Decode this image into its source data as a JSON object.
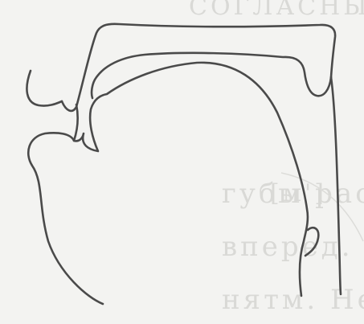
{
  "figure": {
    "stroke_color": "#4a4a4a",
    "paper_color": "#f3f3f1",
    "bleed_through_color": "#d9d9d6"
  },
  "bleed_through": {
    "top_line": "СОГЛАСНЫЕ",
    "bracket": "[м']",
    "line_1": "губы рассе",
    "line_2": "вперед. Спи",
    "line_3": "нятм. Небн"
  }
}
